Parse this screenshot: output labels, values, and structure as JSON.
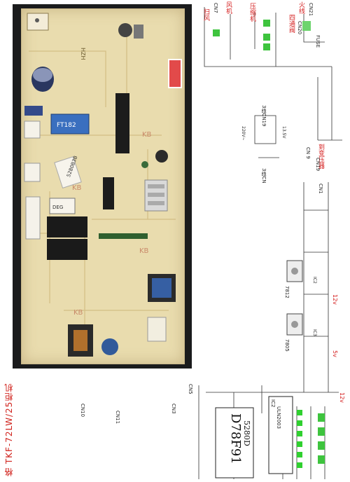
{
  "photo": {
    "ft_label": "FT182",
    "chip_sticker": "5280B3B",
    "kb_marks": [
      "KB",
      "KB",
      "KB",
      "KB"
    ],
    "hzh_mark": "HZH",
    "relay_text": "DEG"
  },
  "schematic": {
    "connectors": {
      "cn7": "CN7",
      "cn21": "CN21",
      "cn20": "CN20",
      "cn19": "CN19",
      "cn9": "CN 9",
      "cn1": "CN1",
      "cn10": "CN10",
      "cn11": "CN11",
      "cn5": "CN5",
      "cn3": "CN3"
    },
    "red_labels": {
      "top_left": "扫风",
      "fan": "风机",
      "compressor": "压缩机",
      "fire": "火线",
      "four_way": "四通阀",
      "transformer": "到变压器",
      "fuse": "FUSE",
      "v12": "12v",
      "v5": "5v",
      "v12_bottom": "12v"
    },
    "chips": {
      "main_chip_line1": "D78F91",
      "main_chip_line2": "5280D",
      "driver_chip": "IC2",
      "driver_chip_name": "ULN2003",
      "reg1": "7812",
      "reg2": "7805",
      "reg1_label": "IC2",
      "reg2_label": "IC3"
    },
    "transformer_labels": {
      "primary": "220V~",
      "secondary": "13.5V",
      "cn_a": "3线CN19",
      "cn_b": "3线CN"
    }
  },
  "title": "格 TKF-72LW/25柜机"
}
